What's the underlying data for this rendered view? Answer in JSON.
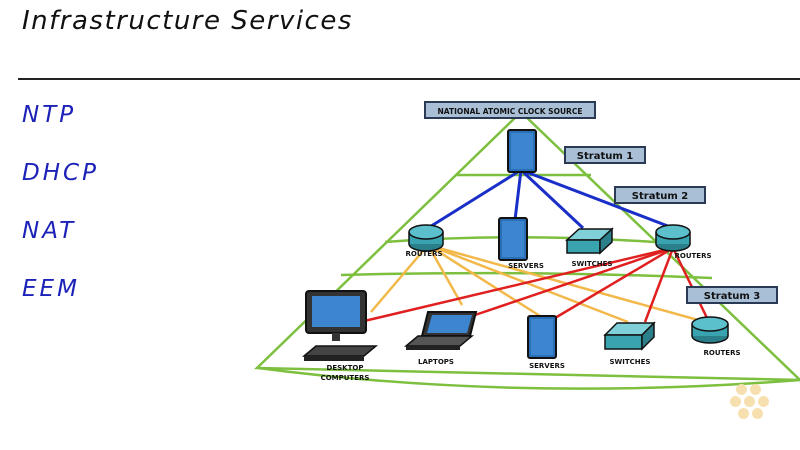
{
  "page": {
    "title": "Infrastructure Services",
    "services": [
      "NTP",
      "DHCP",
      "NAT",
      "EEM"
    ]
  },
  "diagram": {
    "source_label": "NATIONAL ATOMIC CLOCK SOURCE",
    "strata": [
      "Stratum 1",
      "Stratum 2",
      "Stratum 3"
    ],
    "device_labels": {
      "routers": "ROUTERS",
      "servers": "SERVERS",
      "switches": "SWITCHES",
      "laptops": "LAPTOPS",
      "desktop_line1": "DESKTOP",
      "desktop_line2": "COMPUTERS"
    },
    "colors": {
      "pyramid": "#7dbf3e",
      "stratum1_links": "#1a2ec8",
      "stratum2_links_left": "#f2b84a",
      "stratum2_links_right": "#e02020",
      "service_text": "#1c22b8",
      "tag_fill": "#a9bfd6"
    }
  }
}
